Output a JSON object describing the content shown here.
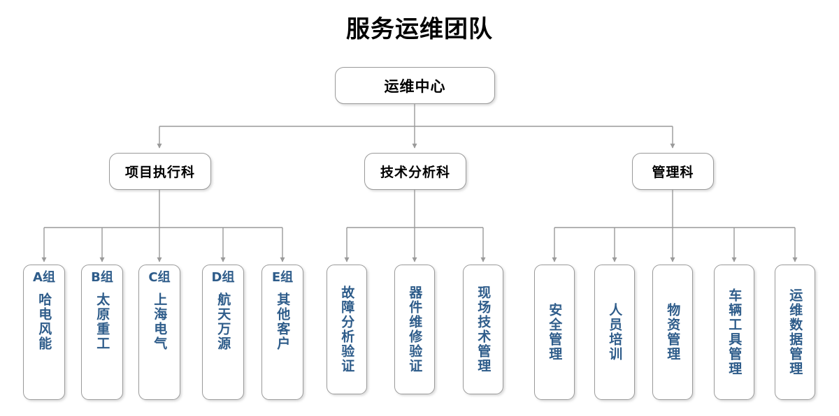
{
  "title": "服务运维团队",
  "colors": {
    "accent_text": "#2e5c8a",
    "box_border": "#9a9a9a",
    "connector": "#9a9a9a",
    "title_text": "#000000",
    "background": "#ffffff"
  },
  "root": {
    "label": "运维中心"
  },
  "departments": [
    {
      "label": "项目执行科"
    },
    {
      "label": "技术分析科"
    },
    {
      "label": "管理科"
    }
  ],
  "groups": [
    {
      "parent": "项目执行科",
      "items": [
        {
          "code": "A组",
          "name": "哈电风能"
        },
        {
          "code": "B组",
          "name": "太原重工"
        },
        {
          "code": "C组",
          "name": "上海电气"
        },
        {
          "code": "D组",
          "name": "航天万源"
        },
        {
          "code": "E组",
          "name": "其他客户"
        }
      ]
    },
    {
      "parent": "技术分析科",
      "items": [
        {
          "code": "",
          "name": "故障分析验证"
        },
        {
          "code": "",
          "name": "器件维修验证"
        },
        {
          "code": "",
          "name": "现场技术管理"
        }
      ]
    },
    {
      "parent": "管理科",
      "items": [
        {
          "code": "",
          "name": "安全管理"
        },
        {
          "code": "",
          "name": "人员培训"
        },
        {
          "code": "",
          "name": "物资管理"
        },
        {
          "code": "",
          "name": "车辆工具管理"
        },
        {
          "code": "",
          "name": "运维数据管理"
        }
      ]
    }
  ]
}
